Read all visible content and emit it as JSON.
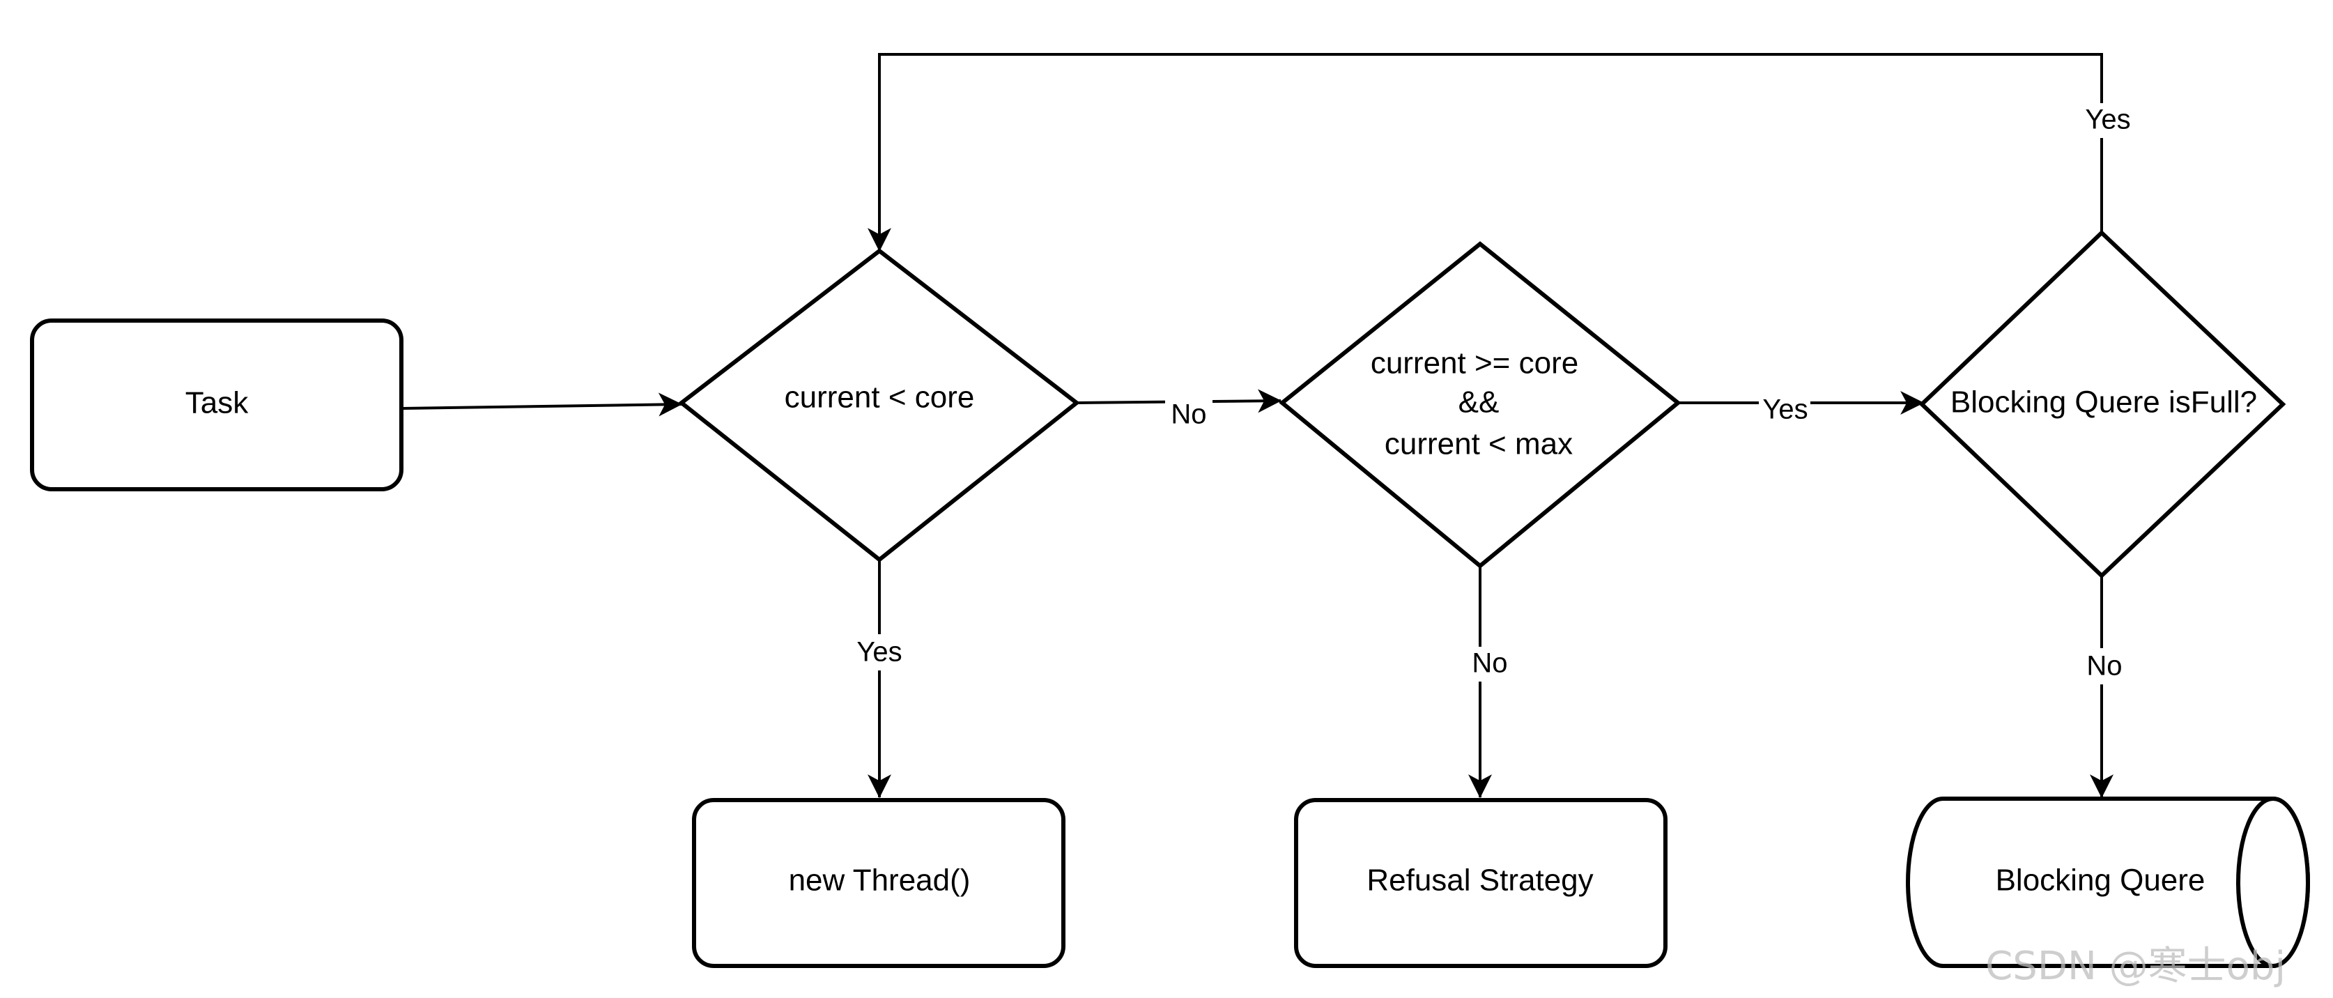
{
  "nodes": {
    "task": "Task",
    "decision_core": "current < core",
    "decision_max": {
      "line1": "current >= core",
      "line2": "&&",
      "line3": "current < max"
    },
    "decision_full": "Blocking Quere isFull?",
    "new_thread": "new Thread()",
    "refusal": "Refusal Strategy",
    "queue": "Blocking Quere"
  },
  "edges": {
    "core_yes": "Yes",
    "core_no": "No",
    "max_yes": "Yes",
    "max_no": "No",
    "full_yes": "Yes",
    "full_no": "No"
  },
  "watermark": "CSDN @寒士obj"
}
